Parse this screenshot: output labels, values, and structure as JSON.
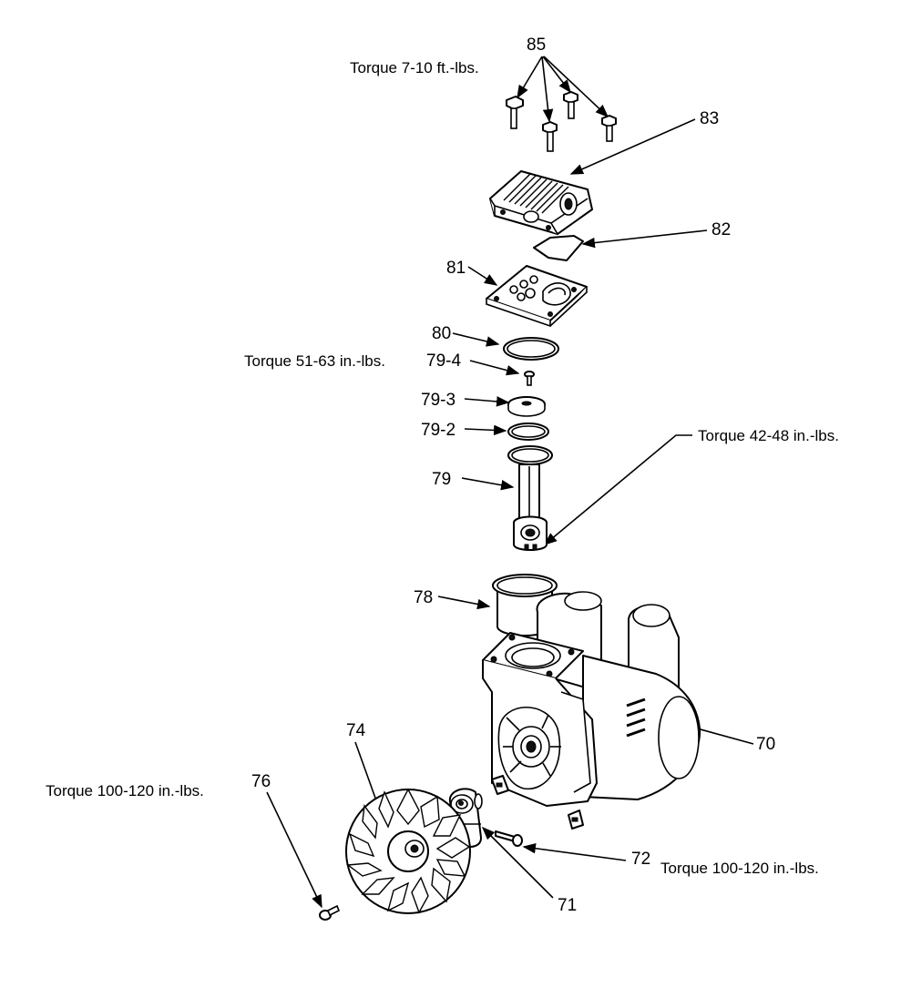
{
  "parts": {
    "p85": "85",
    "p83": "83",
    "p82": "82",
    "p81": "81",
    "p80": "80",
    "p79_4": "79-4",
    "p79_3": "79-3",
    "p79_2": "79-2",
    "p79": "79",
    "p78": "78",
    "p70": "70",
    "p74": "74",
    "p76": "76",
    "p72": "72",
    "p71": "71"
  },
  "torque": {
    "bolts_85": "Torque  7-10 ft.-lbs.",
    "screw_79_4": "Torque  51-63 in.-lbs.",
    "rod": "Torque  42-48 in.-lbs.",
    "fan_bolt_76": "Torque 100-120 in.-lbs.",
    "bolt_72": "Torque 100-120 in.-lbs."
  }
}
